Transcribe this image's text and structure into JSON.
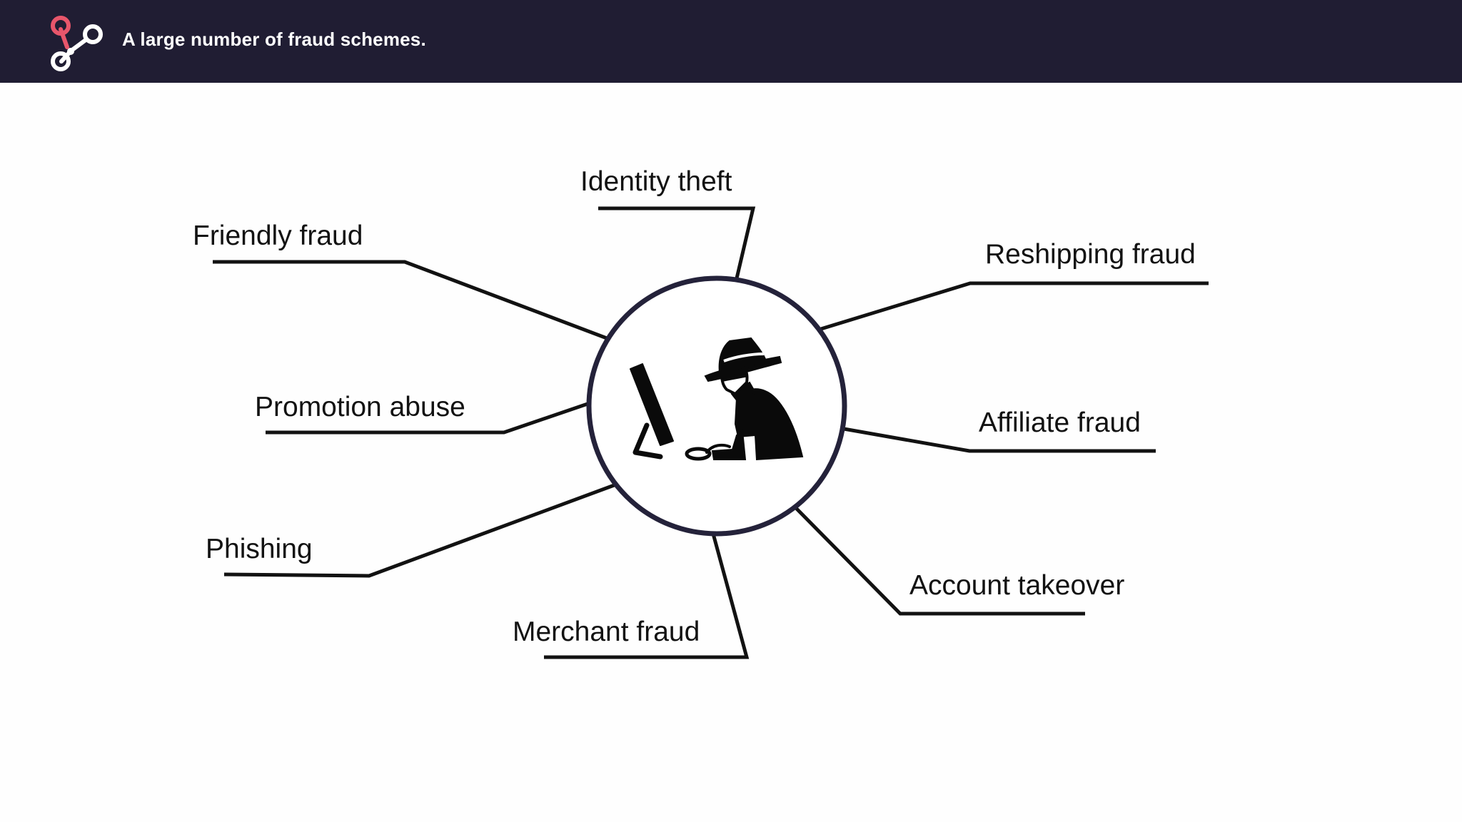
{
  "header": {
    "title": "A large number of fraud schemes.",
    "background": "#201d33",
    "logo_icon": "connected-nodes-icon",
    "logo_accent": "#e8566b"
  },
  "diagram": {
    "center_icon": "hacker-at-computer-icon",
    "ring_color": "#24223a",
    "schemes": [
      {
        "label": "Identity theft"
      },
      {
        "label": "Friendly fraud"
      },
      {
        "label": "Reshipping fraud"
      },
      {
        "label": "Promotion abuse"
      },
      {
        "label": "Affiliate fraud"
      },
      {
        "label": "Phishing"
      },
      {
        "label": "Account takeover"
      },
      {
        "label": "Merchant fraud"
      }
    ]
  }
}
